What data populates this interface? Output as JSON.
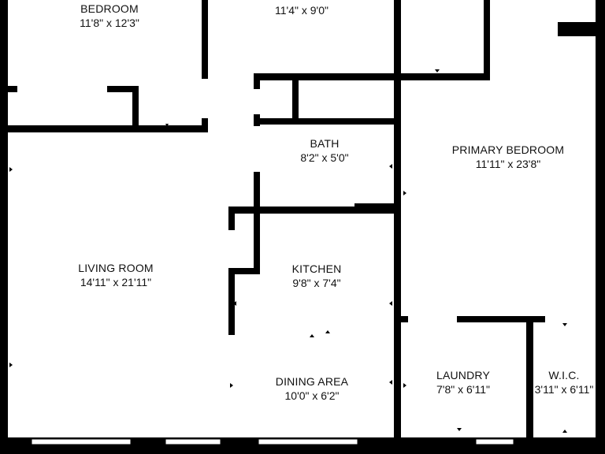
{
  "colors": {
    "wall": "#000000",
    "background": "#ffffff",
    "text": "#111111"
  },
  "rooms": [
    {
      "name": "BEDROOM",
      "dim": "11'8\" x 12'3\""
    },
    {
      "name": "",
      "dim": "11'4\" x 9'0\""
    },
    {
      "name": "BATH",
      "dim": "8'2\" x 5'0\""
    },
    {
      "name": "PRIMARY BEDROOM",
      "dim": "11'11\" x 23'8\""
    },
    {
      "name": "LIVING ROOM",
      "dim": "14'11\" x 21'11\""
    },
    {
      "name": "KITCHEN",
      "dim": "9'8\" x 7'4\""
    },
    {
      "name": "DINING AREA",
      "dim": "10'0\" x 6'2\""
    },
    {
      "name": "LAUNDRY",
      "dim": "7'8\" x 6'11\""
    },
    {
      "name": "W.I.C.",
      "dim": "3'11\" x 6'11\""
    }
  ]
}
